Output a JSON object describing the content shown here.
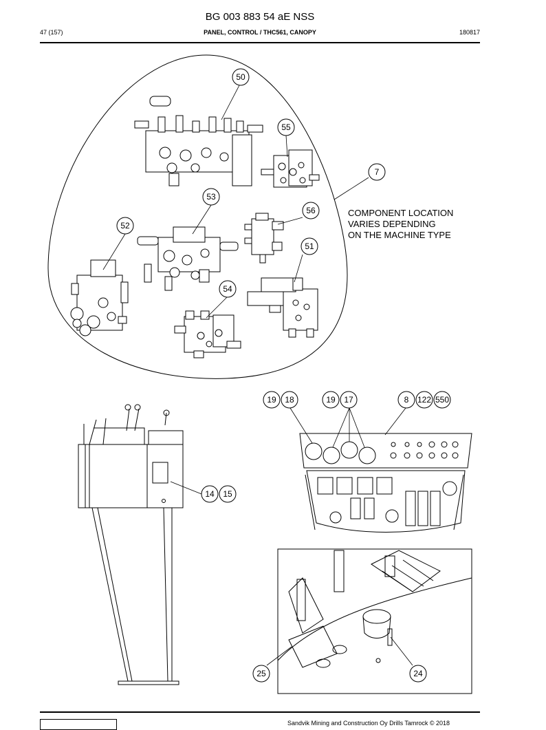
{
  "header": {
    "title": "BG 003 883 54 aE NSS",
    "page": "47 (157)",
    "section": "PANEL, CONTROL / THC561, CANOPY",
    "code": "180817"
  },
  "note": {
    "line1": "COMPONENT LOCATION",
    "line2": "VARIES DEPENDING",
    "line3": "ON THE MACHINE TYPE"
  },
  "callouts": {
    "c50": "50",
    "c55": "55",
    "c7": "7",
    "c53": "53",
    "c56": "56",
    "c52": "52",
    "c51": "51",
    "c54": "54",
    "c19a": "19",
    "c18": "18",
    "c19b": "19",
    "c17": "17",
    "c8": "8",
    "c122": "122",
    "c550": "550",
    "c14": "14",
    "c15": "15",
    "c25": "25",
    "c24": "24"
  },
  "footer": {
    "copyright": "Sandvik Mining and Construction Oy Drills Tamrock © 2018"
  }
}
